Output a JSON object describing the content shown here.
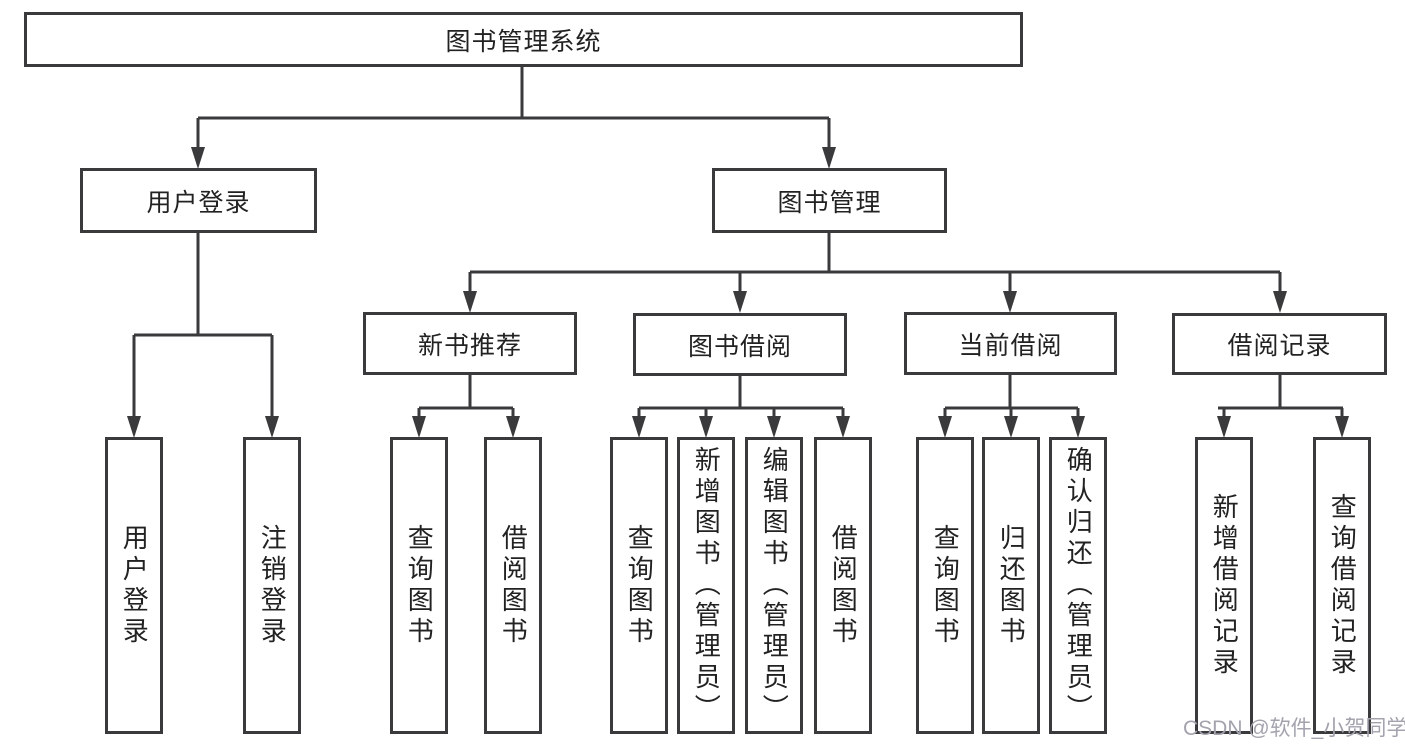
{
  "colors": {
    "line": "#3a3a3c",
    "text": "#222222",
    "watermark": "#a3a3ae",
    "background": "#ffffff"
  },
  "root": {
    "label": "图书管理系统"
  },
  "branches": [
    {
      "label": "用户登录",
      "leaves": [
        {
          "label": "用户登录"
        },
        {
          "label": "注销登录"
        }
      ]
    },
    {
      "label": "图书管理",
      "groups": [
        {
          "label": "新书推荐",
          "leaves": [
            {
              "label": "查询图书"
            },
            {
              "label": "借阅图书"
            }
          ]
        },
        {
          "label": "图书借阅",
          "leaves": [
            {
              "label": "查询图书"
            },
            {
              "label": "新增图书（管理员）"
            },
            {
              "label": "编辑图书（管理员）"
            },
            {
              "label": "借阅图书"
            }
          ]
        },
        {
          "label": "当前借阅",
          "leaves": [
            {
              "label": "查询图书"
            },
            {
              "label": "归还图书"
            },
            {
              "label": "确认归还（管理员）"
            }
          ]
        },
        {
          "label": "借阅记录",
          "leaves": [
            {
              "label": "新增借阅记录"
            },
            {
              "label": "查询借阅记录"
            }
          ]
        }
      ]
    }
  ],
  "watermark": {
    "text": "CSDN @软件_小贺同学"
  }
}
